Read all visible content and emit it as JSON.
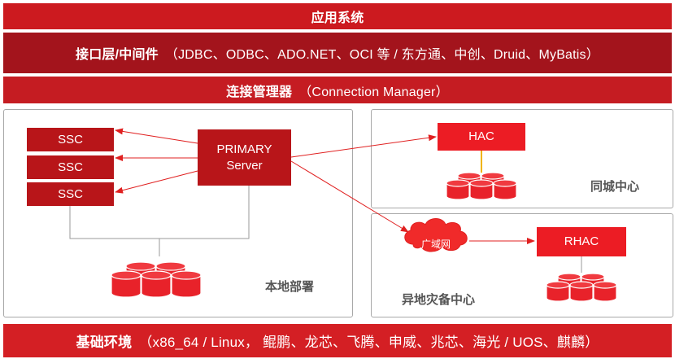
{
  "bands": {
    "app": {
      "title": "应用系统"
    },
    "interface": {
      "title": "接口层/中间件",
      "detail": "（JDBC、ODBC、ADO.NET、OCI 等 / 东方通、中创、Druid、MyBatis）"
    },
    "connection": {
      "title": "连接管理器",
      "detail": "（Connection Manager）"
    },
    "base": {
      "title": "基础环境",
      "detail": "（x86_64 / Linux， 鲲鹏、龙芯、飞腾、申威、兆芯、海光 / UOS、麒麟）"
    }
  },
  "local": {
    "label": "本地部署",
    "ssc": [
      "SSC",
      "SSC",
      "SSC"
    ],
    "primary": {
      "line1": "PRIMARY",
      "line2": "Server"
    }
  },
  "city": {
    "label": "同城中心",
    "hac": "HAC"
  },
  "remote": {
    "label": "异地灾备中心",
    "cloud": "广域网",
    "rhac": "RHAC"
  },
  "colors": {
    "dark_red": "#a3141c",
    "red": "#cc1a1f",
    "bright_red": "#ec1c24",
    "node_red": "#b81519",
    "yellow_link": "#f0b400",
    "arrow": "#e02020",
    "gray_line": "#9a9a9a"
  }
}
